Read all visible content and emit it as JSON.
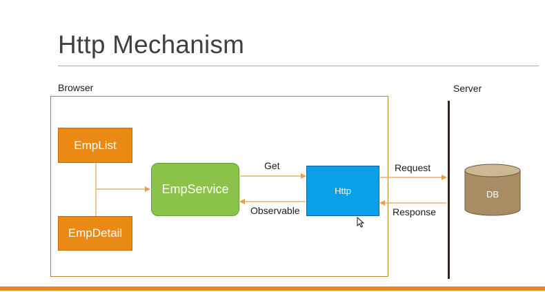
{
  "slide": {
    "title": "Http Mechanism",
    "browser_label": "Browser",
    "server_label": "Server"
  },
  "nodes": {
    "emplist": "EmpList",
    "empdetail": "EmpDetail",
    "empservice": "EmpService",
    "http": "Http",
    "db": "DB"
  },
  "edges": {
    "get": "Get",
    "observable": "Observable",
    "request": "Request",
    "response": "Response"
  },
  "colors": {
    "accent_orange": "#ea8a14",
    "service_green": "#8bc34a",
    "http_blue": "#0aa0e8",
    "db_brown": "#a88c63",
    "arrow": "#e8a050"
  }
}
